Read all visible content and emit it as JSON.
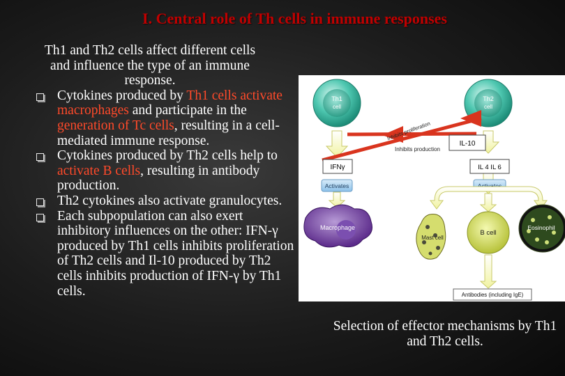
{
  "slide": {
    "title": "I. Central role of Th cells in immune responses",
    "intro": "Th1 and Th2 cells affect different cells and influence the type of an immune response.",
    "bullets": [
      {
        "segments": [
          {
            "text": "Cytokines produced by ",
            "highlight": false
          },
          {
            "text": "Th1 cells activate macrophages",
            "highlight": true
          },
          {
            "text": " and participate in the ",
            "highlight": false
          },
          {
            "text": "generation of Tc cells",
            "highlight": true
          },
          {
            "text": ", resulting in a cell-mediated immune response.",
            "highlight": false
          }
        ]
      },
      {
        "segments": [
          {
            "text": "Cytokines produced by Th2 cells help to ",
            "highlight": false
          },
          {
            "text": "activate B cells",
            "highlight": true
          },
          {
            "text": ", resulting in antibody production.",
            "highlight": false
          }
        ]
      },
      {
        "segments": [
          {
            "text": "Th2 cytokines also activate granulocytes.",
            "highlight": false
          }
        ]
      },
      {
        "segments": [
          {
            "text": "Each subpopulation can also exert inhibitory influences on the other: IFN-γ produced by Th1 cells inhibits proliferation of Th2 cells and Il-10 produced by Th2 cells inhibits production of IFN-γ by Th1 cells.",
            "highlight": false
          }
        ]
      }
    ],
    "caption": "Selection of effector mechanisms by Th1 and Th2 cells.",
    "highlight_color": "#ff4a2a",
    "title_color": "#c00000"
  },
  "figure": {
    "th1_label_1": "Th1",
    "th1_label_2": "cell",
    "th2_label_1": "Th2",
    "th2_label_2": "cell",
    "inhibits_proliferation": "Inhibits proliferation",
    "inhibits_production": "Inhibits production",
    "il10": "IL-10",
    "ifng": "IFNγ",
    "il4_il6": "IL 4 IL 6",
    "activates_left": "Activates",
    "activates_right": "Activates",
    "macrophage": "Macrophage",
    "mast_cell": "Mast cell",
    "b_cell": "B cell",
    "eosinophil": "Eosinophil",
    "antibodies": "Antibodies (including IgE)",
    "icons": [
      "th1-cell",
      "th2-cell",
      "macrophage",
      "mast-cell",
      "b-cell",
      "eosinophil",
      "inhibition-arrow"
    ]
  }
}
